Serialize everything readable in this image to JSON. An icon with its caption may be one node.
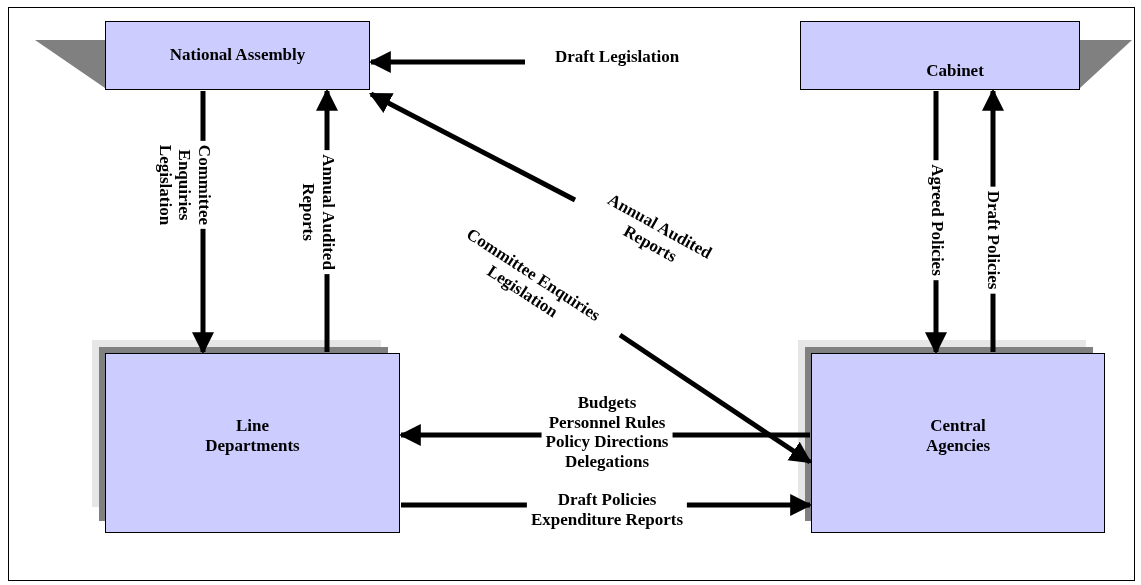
{
  "diagram": {
    "nodes": [
      {
        "text": [
          "National Assembly"
        ]
      },
      {
        "text": [
          "Cabinet"
        ]
      },
      {
        "text": [
          "Line Departments"
        ]
      },
      {
        "text": [
          "Central Agencies"
        ]
      }
    ],
    "edges": [
      {
        "from": null,
        "to": 0,
        "arrow": "to",
        "label": "Draft Legislation"
      },
      {
        "from": 0,
        "to": 2,
        "arrow": "to",
        "label": "Committee Enquiries Legislation"
      },
      {
        "from": 2,
        "to": 0,
        "arrow": "to",
        "label": "Annual Audited Reports"
      },
      {
        "from": null,
        "to": 0,
        "arrow": "to",
        "label": "Annual Audited Reports"
      },
      {
        "from": null,
        "to": 3,
        "arrow": "to",
        "label": "Committee Enquiries Legislation"
      },
      {
        "from": 1,
        "to": 3,
        "arrow": "to",
        "label": "Agreed Policies"
      },
      {
        "from": 3,
        "to": 1,
        "arrow": "to",
        "label": "Draft Policies"
      },
      {
        "from": 3,
        "to": 2,
        "arrow": "to",
        "label": "Budgets Personnel Rules Policy Directions Delegations"
      },
      {
        "from": 2,
        "to": 3,
        "arrow": "to",
        "label": "Draft Policies Expenditure Reports"
      }
    ]
  }
}
